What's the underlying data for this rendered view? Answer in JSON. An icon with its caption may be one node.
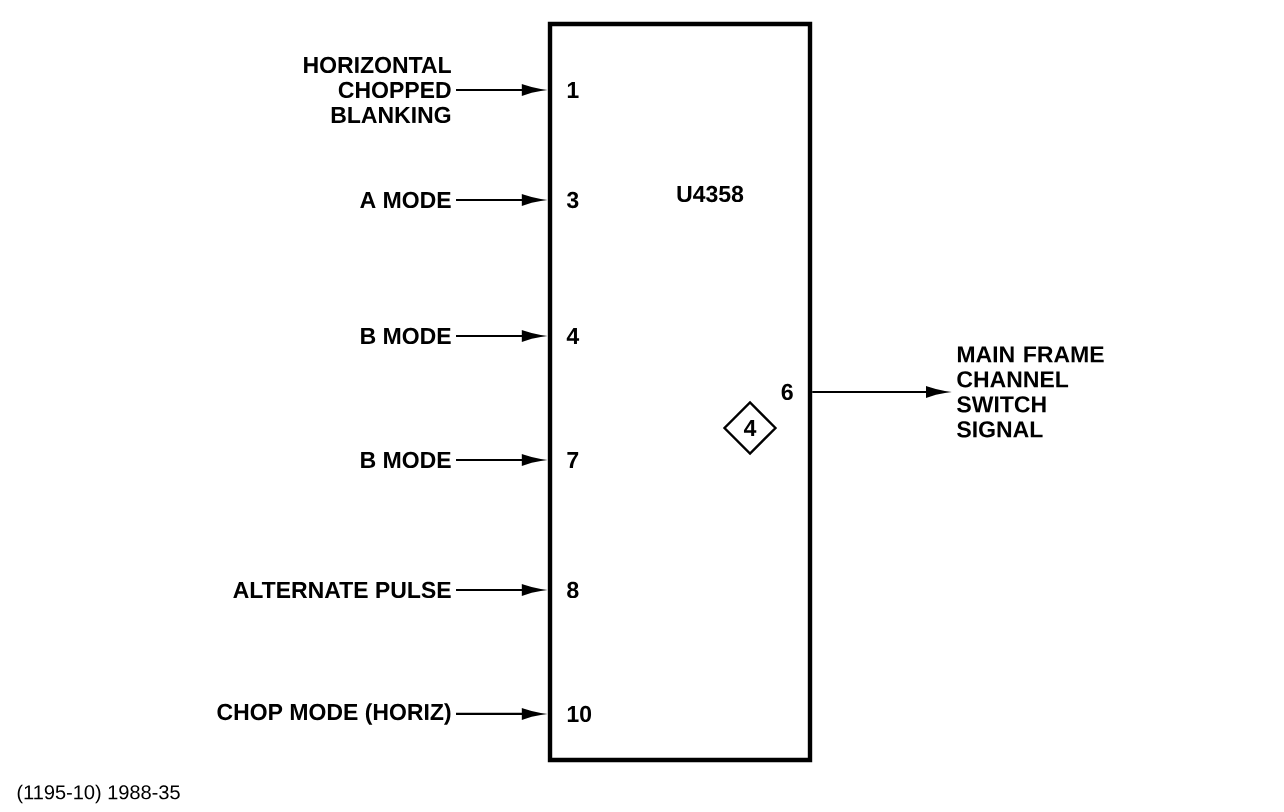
{
  "diagram": {
    "caption": "(1195-10) 1988-35",
    "nodes": [
      {
        "text": [
          "U4358"
        ]
      },
      {
        "text": [
          "4"
        ],
        "in": 0
      },
      {
        "text": [
          "HORIZONTAL CHOPPED BLANKING"
        ]
      },
      {
        "text": [
          "A MODE"
        ]
      },
      {
        "text": [
          "B MODE"
        ]
      },
      {
        "text": [
          "B MODE"
        ]
      },
      {
        "text": [
          "ALTERNATE PULSE"
        ]
      },
      {
        "text": [
          "CHOP MODE (HORIZ)"
        ]
      },
      {
        "text": [
          "MAIN FRAME CHANNEL SWITCH SIGNAL"
        ]
      }
    ],
    "edges": [
      {
        "from": 2,
        "to": 0,
        "arrow": "to"
      },
      {
        "from": 3,
        "to": 0,
        "arrow": "to"
      },
      {
        "from": 4,
        "to": 0,
        "arrow": "to"
      },
      {
        "from": 5,
        "to": 0,
        "arrow": "to"
      },
      {
        "from": 6,
        "to": 0,
        "arrow": "to"
      },
      {
        "from": 7,
        "to": 0,
        "arrow": "to"
      },
      {
        "from": 0,
        "to": 8,
        "arrow": "to"
      }
    ],
    "labels": [
      "1",
      "3",
      "4",
      "7",
      "8",
      "10",
      "6"
    ]
  }
}
